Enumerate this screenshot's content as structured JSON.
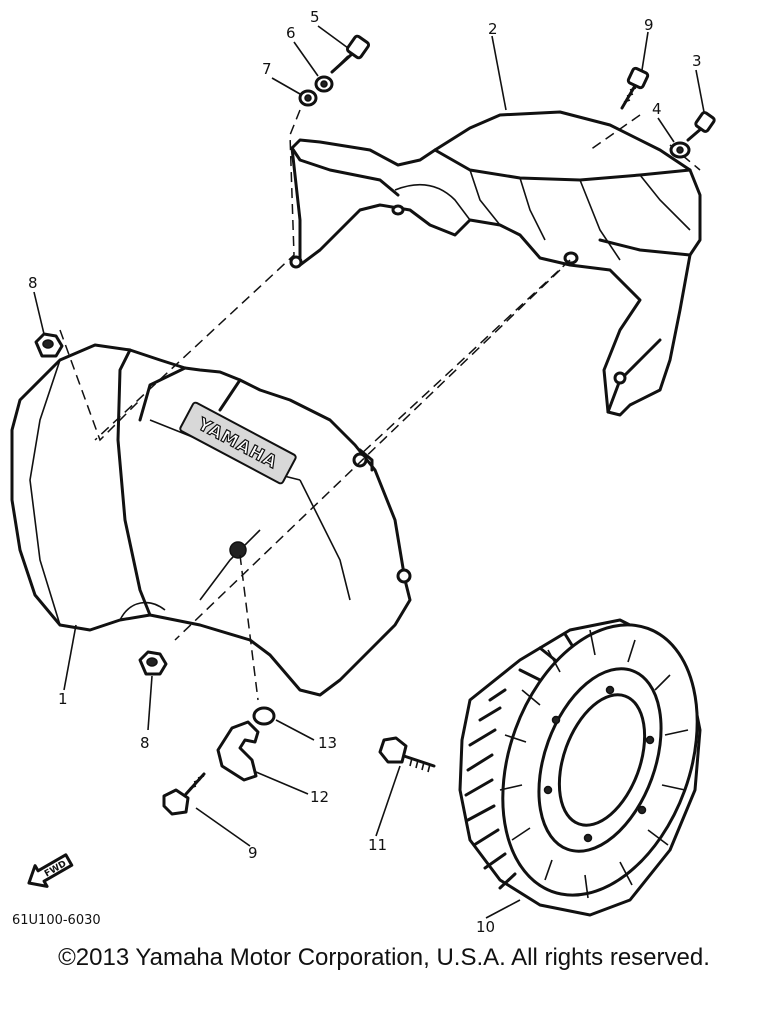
{
  "diagram": {
    "callouts": [
      {
        "id": "1",
        "label": "1"
      },
      {
        "id": "2",
        "label": "2"
      },
      {
        "id": "3",
        "label": "3"
      },
      {
        "id": "4",
        "label": "4"
      },
      {
        "id": "5",
        "label": "5"
      },
      {
        "id": "6",
        "label": "6"
      },
      {
        "id": "7",
        "label": "7"
      },
      {
        "id": "8a",
        "label": "8"
      },
      {
        "id": "8b",
        "label": "8"
      },
      {
        "id": "9a",
        "label": "9"
      },
      {
        "id": "9b",
        "label": "9"
      },
      {
        "id": "10",
        "label": "10"
      },
      {
        "id": "11",
        "label": "11"
      },
      {
        "id": "12",
        "label": "12"
      },
      {
        "id": "13",
        "label": "13"
      }
    ],
    "emblem_text": "YAMAHA",
    "fwd_label": "FWD",
    "diagram_code": "61U100-6030"
  },
  "footer": {
    "copyright": "©2013 Yamaha Motor Corporation, U.S.A. All rights reserved."
  }
}
